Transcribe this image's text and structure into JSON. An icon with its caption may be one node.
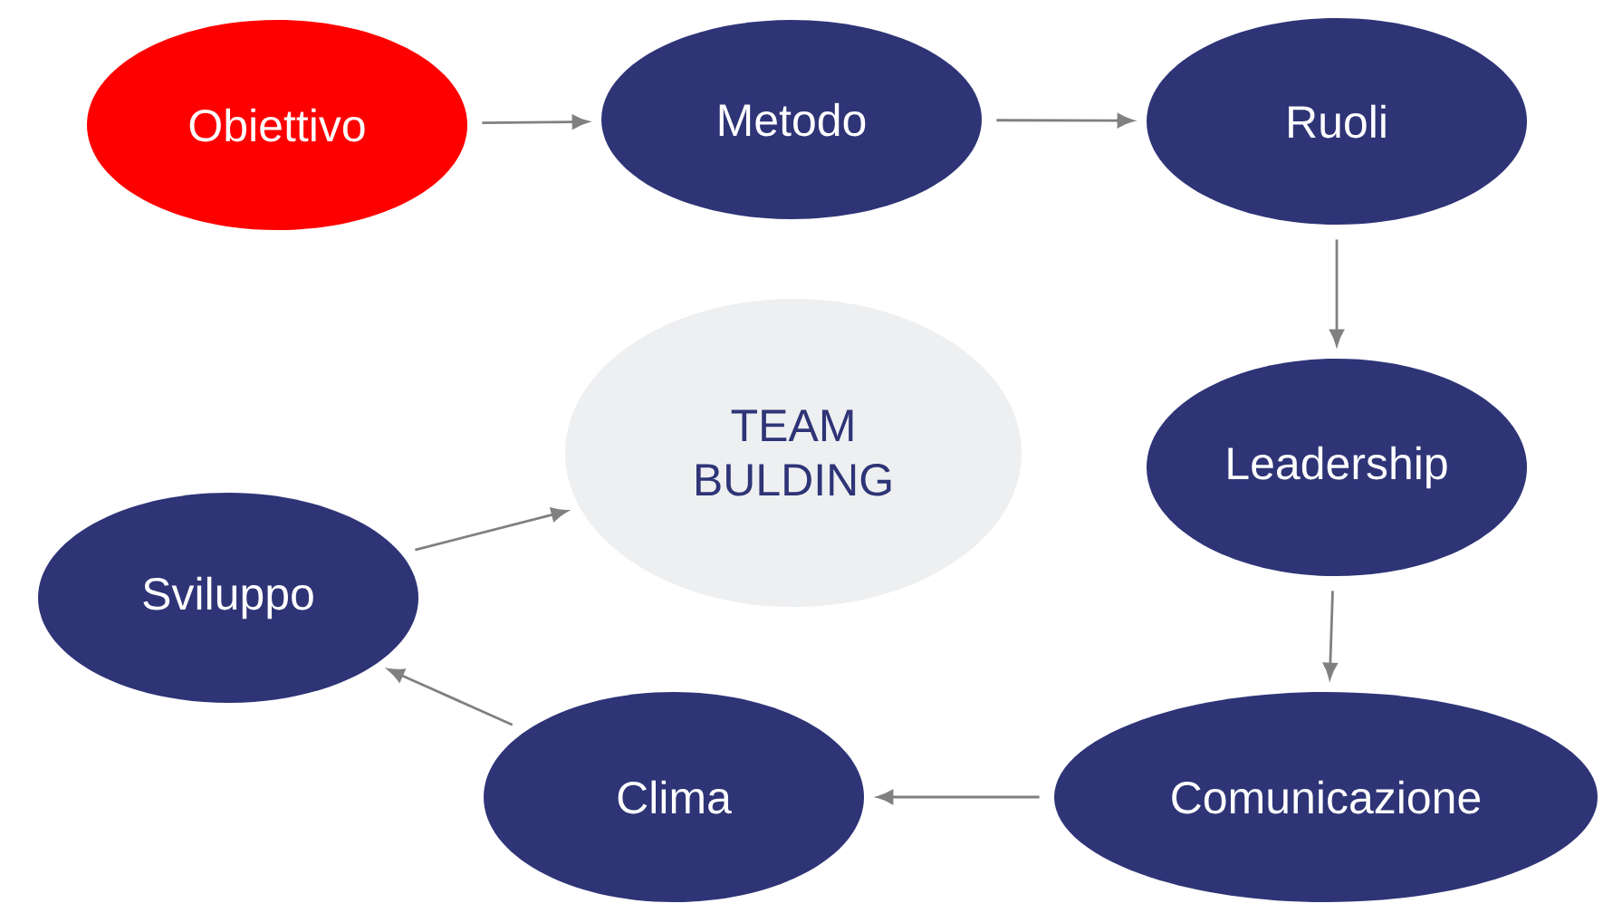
{
  "diagram": {
    "nodes": [
      {
        "text": [
          "Obiettivo"
        ]
      },
      {
        "text": [
          "Metodo"
        ]
      },
      {
        "text": [
          "Ruoli"
        ]
      },
      {
        "text": [
          "TEAM BULDING"
        ]
      },
      {
        "text": [
          "Leadership"
        ]
      },
      {
        "text": [
          "Sviluppo"
        ]
      },
      {
        "text": [
          "Clima"
        ]
      },
      {
        "text": [
          "Comunicazione"
        ]
      }
    ],
    "edges": [
      {
        "from": 0,
        "to": 1,
        "arrow": "to"
      },
      {
        "from": 1,
        "to": 2,
        "arrow": "to"
      },
      {
        "from": 2,
        "to": 4,
        "arrow": "to"
      },
      {
        "from": 4,
        "to": 7,
        "arrow": "to"
      },
      {
        "from": 7,
        "to": 6,
        "arrow": "to"
      },
      {
        "from": 6,
        "to": 5,
        "arrow": "to"
      },
      {
        "from": 5,
        "to": 3,
        "arrow": "to"
      }
    ]
  }
}
